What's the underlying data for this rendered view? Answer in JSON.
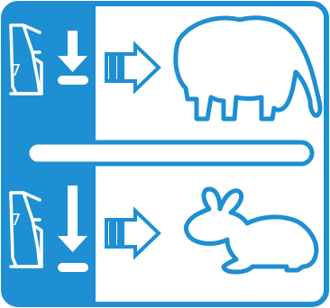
{
  "sign": {
    "colors": {
      "primary": "#1d8fd2",
      "background": "#ffffff"
    },
    "panels": [
      {
        "id": "top",
        "marker_digit": "7",
        "animal": "elephant-icon"
      },
      {
        "id": "bottom",
        "marker_digit": "7",
        "animal": "rabbit-icon"
      }
    ],
    "icons": [
      "device-icon",
      "down-arrow-icon",
      "right-arrow-icon",
      "elephant-icon",
      "rabbit-icon"
    ]
  }
}
